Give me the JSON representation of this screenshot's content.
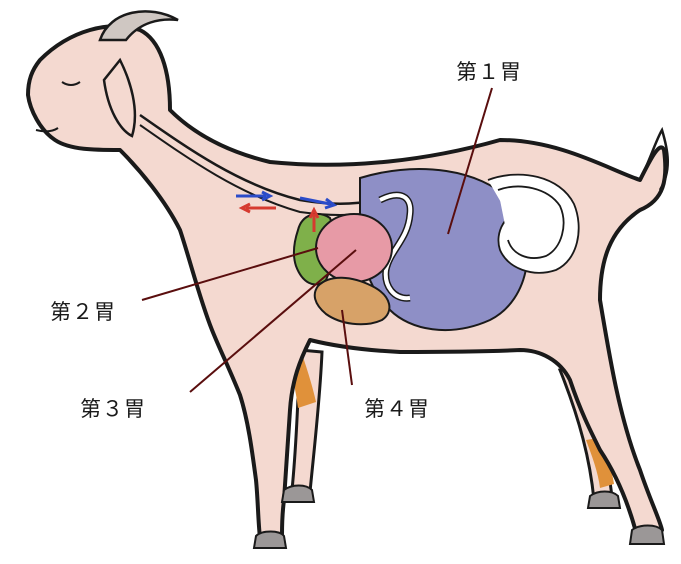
{
  "labels": {
    "stomach1": "第１胃",
    "stomach2": "第２胃",
    "stomach3": "第３胃",
    "stomach4": "第４胃"
  },
  "colors": {
    "body_fill": "#f4d9d0",
    "body_stroke": "#1a1a1a",
    "rumen": "#8e8fc6",
    "reticulum": "#7fb04a",
    "omasum": "#e79aa6",
    "abomasum": "#d7a268",
    "intestine": "#ffffff",
    "hoof_inner": "#e0913a",
    "arrow_blue": "#2b4cc9",
    "arrow_red": "#d63a2f"
  }
}
